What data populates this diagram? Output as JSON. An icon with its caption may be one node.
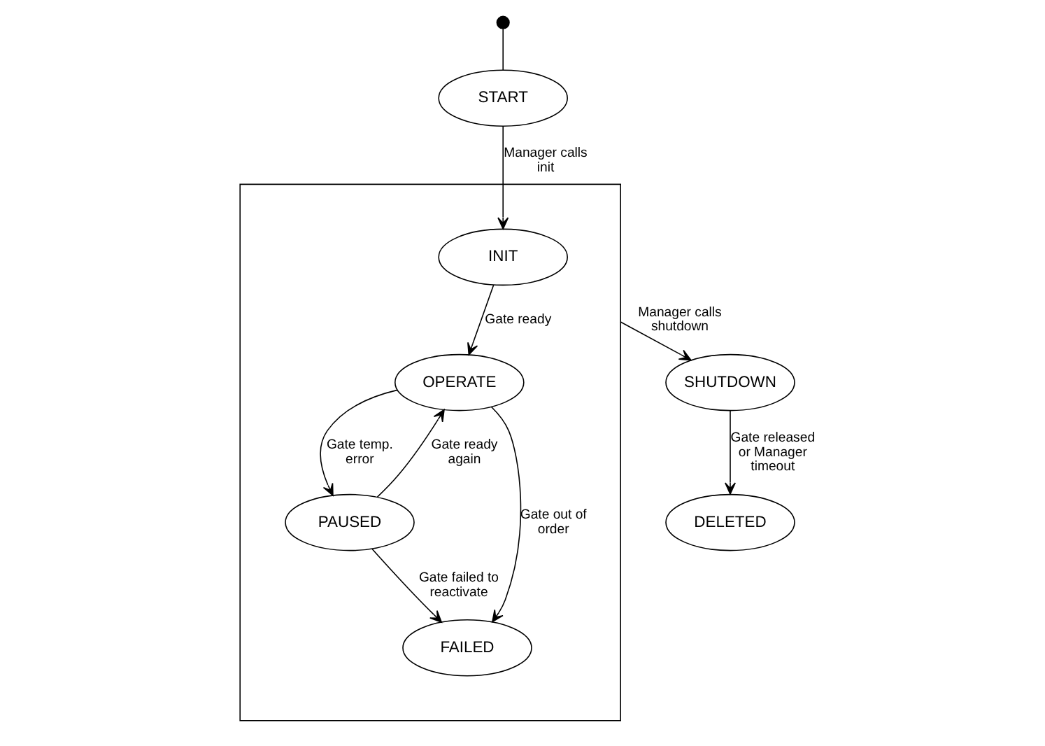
{
  "diagram": {
    "nodes": [
      {
        "text": [],
        "shape": "circle"
      },
      {
        "text": [
          "START"
        ]
      },
      {
        "text": [],
        "shape": "box"
      },
      {
        "text": [
          "INIT"
        ],
        "in": 2
      },
      {
        "text": [
          "OPERATE"
        ],
        "in": 2
      },
      {
        "text": [
          "PAUSED"
        ],
        "in": 2
      },
      {
        "text": [
          "FAILED"
        ],
        "in": 2
      },
      {
        "text": [
          "SHUTDOWN"
        ]
      },
      {
        "text": [
          "DELETED"
        ]
      }
    ],
    "edges": [
      {
        "from": 0,
        "to": 1,
        "arrow": "none"
      },
      {
        "from": 1,
        "to": 3,
        "arrow": "to",
        "label": "Manager calls init"
      },
      {
        "from": 3,
        "to": 4,
        "arrow": "to",
        "label": "Gate ready"
      },
      {
        "from": 2,
        "to": 7,
        "arrow": "to",
        "label": "Manager calls shutdown"
      },
      {
        "from": 4,
        "to": 5,
        "arrow": "to",
        "label": "Gate temp. error"
      },
      {
        "from": 5,
        "to": 4,
        "arrow": "to",
        "label": "Gate ready again"
      },
      {
        "from": 4,
        "to": 6,
        "arrow": "to",
        "label": "Gate out of order"
      },
      {
        "from": 5,
        "to": 6,
        "arrow": "to",
        "label": "Gate failed to reactivate"
      },
      {
        "from": 7,
        "to": 8,
        "arrow": "to",
        "label": "Gate released or Manager timeout"
      }
    ]
  }
}
